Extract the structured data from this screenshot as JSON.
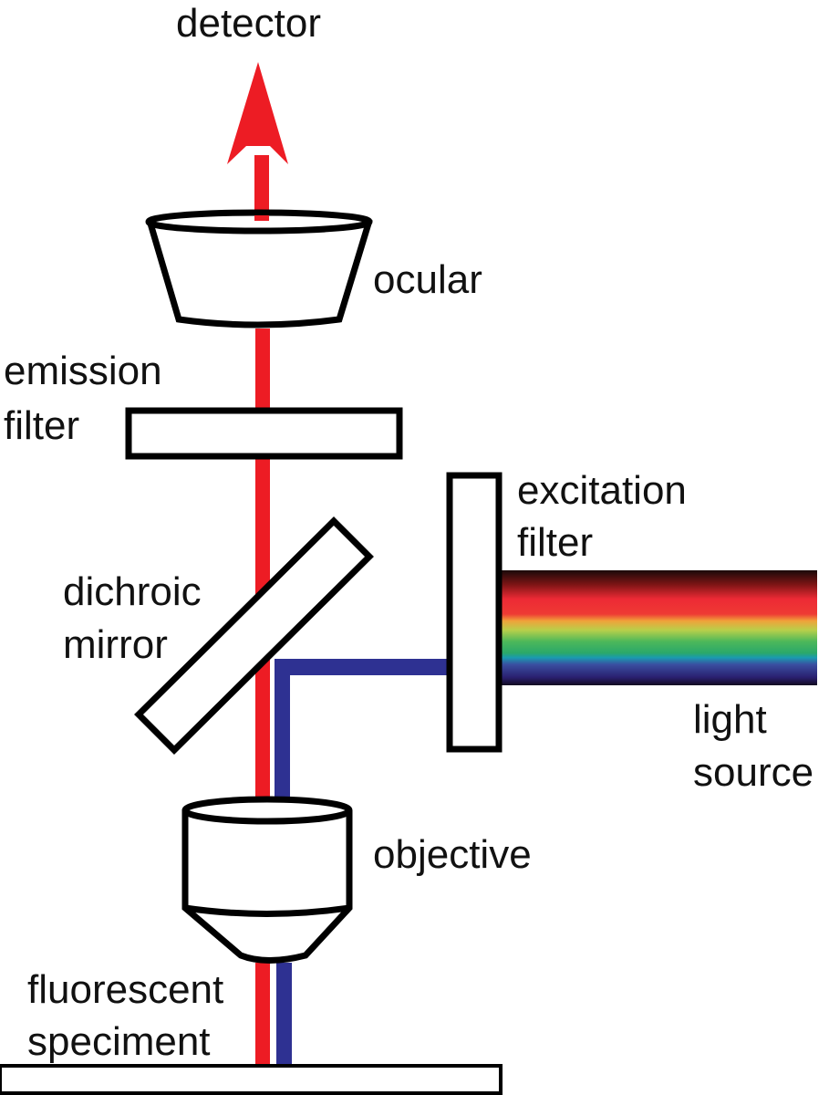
{
  "diagram": {
    "title": "Fluorescence microscope light path",
    "labels": {
      "detector": "detector",
      "ocular": "ocular",
      "emission_filter_line1": "emission",
      "emission_filter_line2": "filter",
      "excitation_filter_line1": "excitation",
      "excitation_filter_line2": "filter",
      "dichroic_mirror_line1": "dichroic",
      "dichroic_mirror_line2": "mirror",
      "light_source_line1": "light",
      "light_source_line2": "source",
      "objective": "objective",
      "specimen_line1": "fluorescent",
      "specimen_line2": "speciment"
    },
    "colors": {
      "emission_light": "#ed1c24",
      "excitation_light": "#2e3192",
      "outline": "#000000",
      "spectrum": [
        "#1a0a0a",
        "#7a1414",
        "#ed2a35",
        "#f0a23a",
        "#b8cf4a",
        "#4cb85a",
        "#1a9a9a",
        "#3a4ea0",
        "#2a2070",
        "#120a20"
      ]
    },
    "components": [
      "detector",
      "ocular",
      "emission filter",
      "dichroic mirror",
      "excitation filter",
      "light source",
      "objective",
      "fluorescent specimen"
    ]
  }
}
